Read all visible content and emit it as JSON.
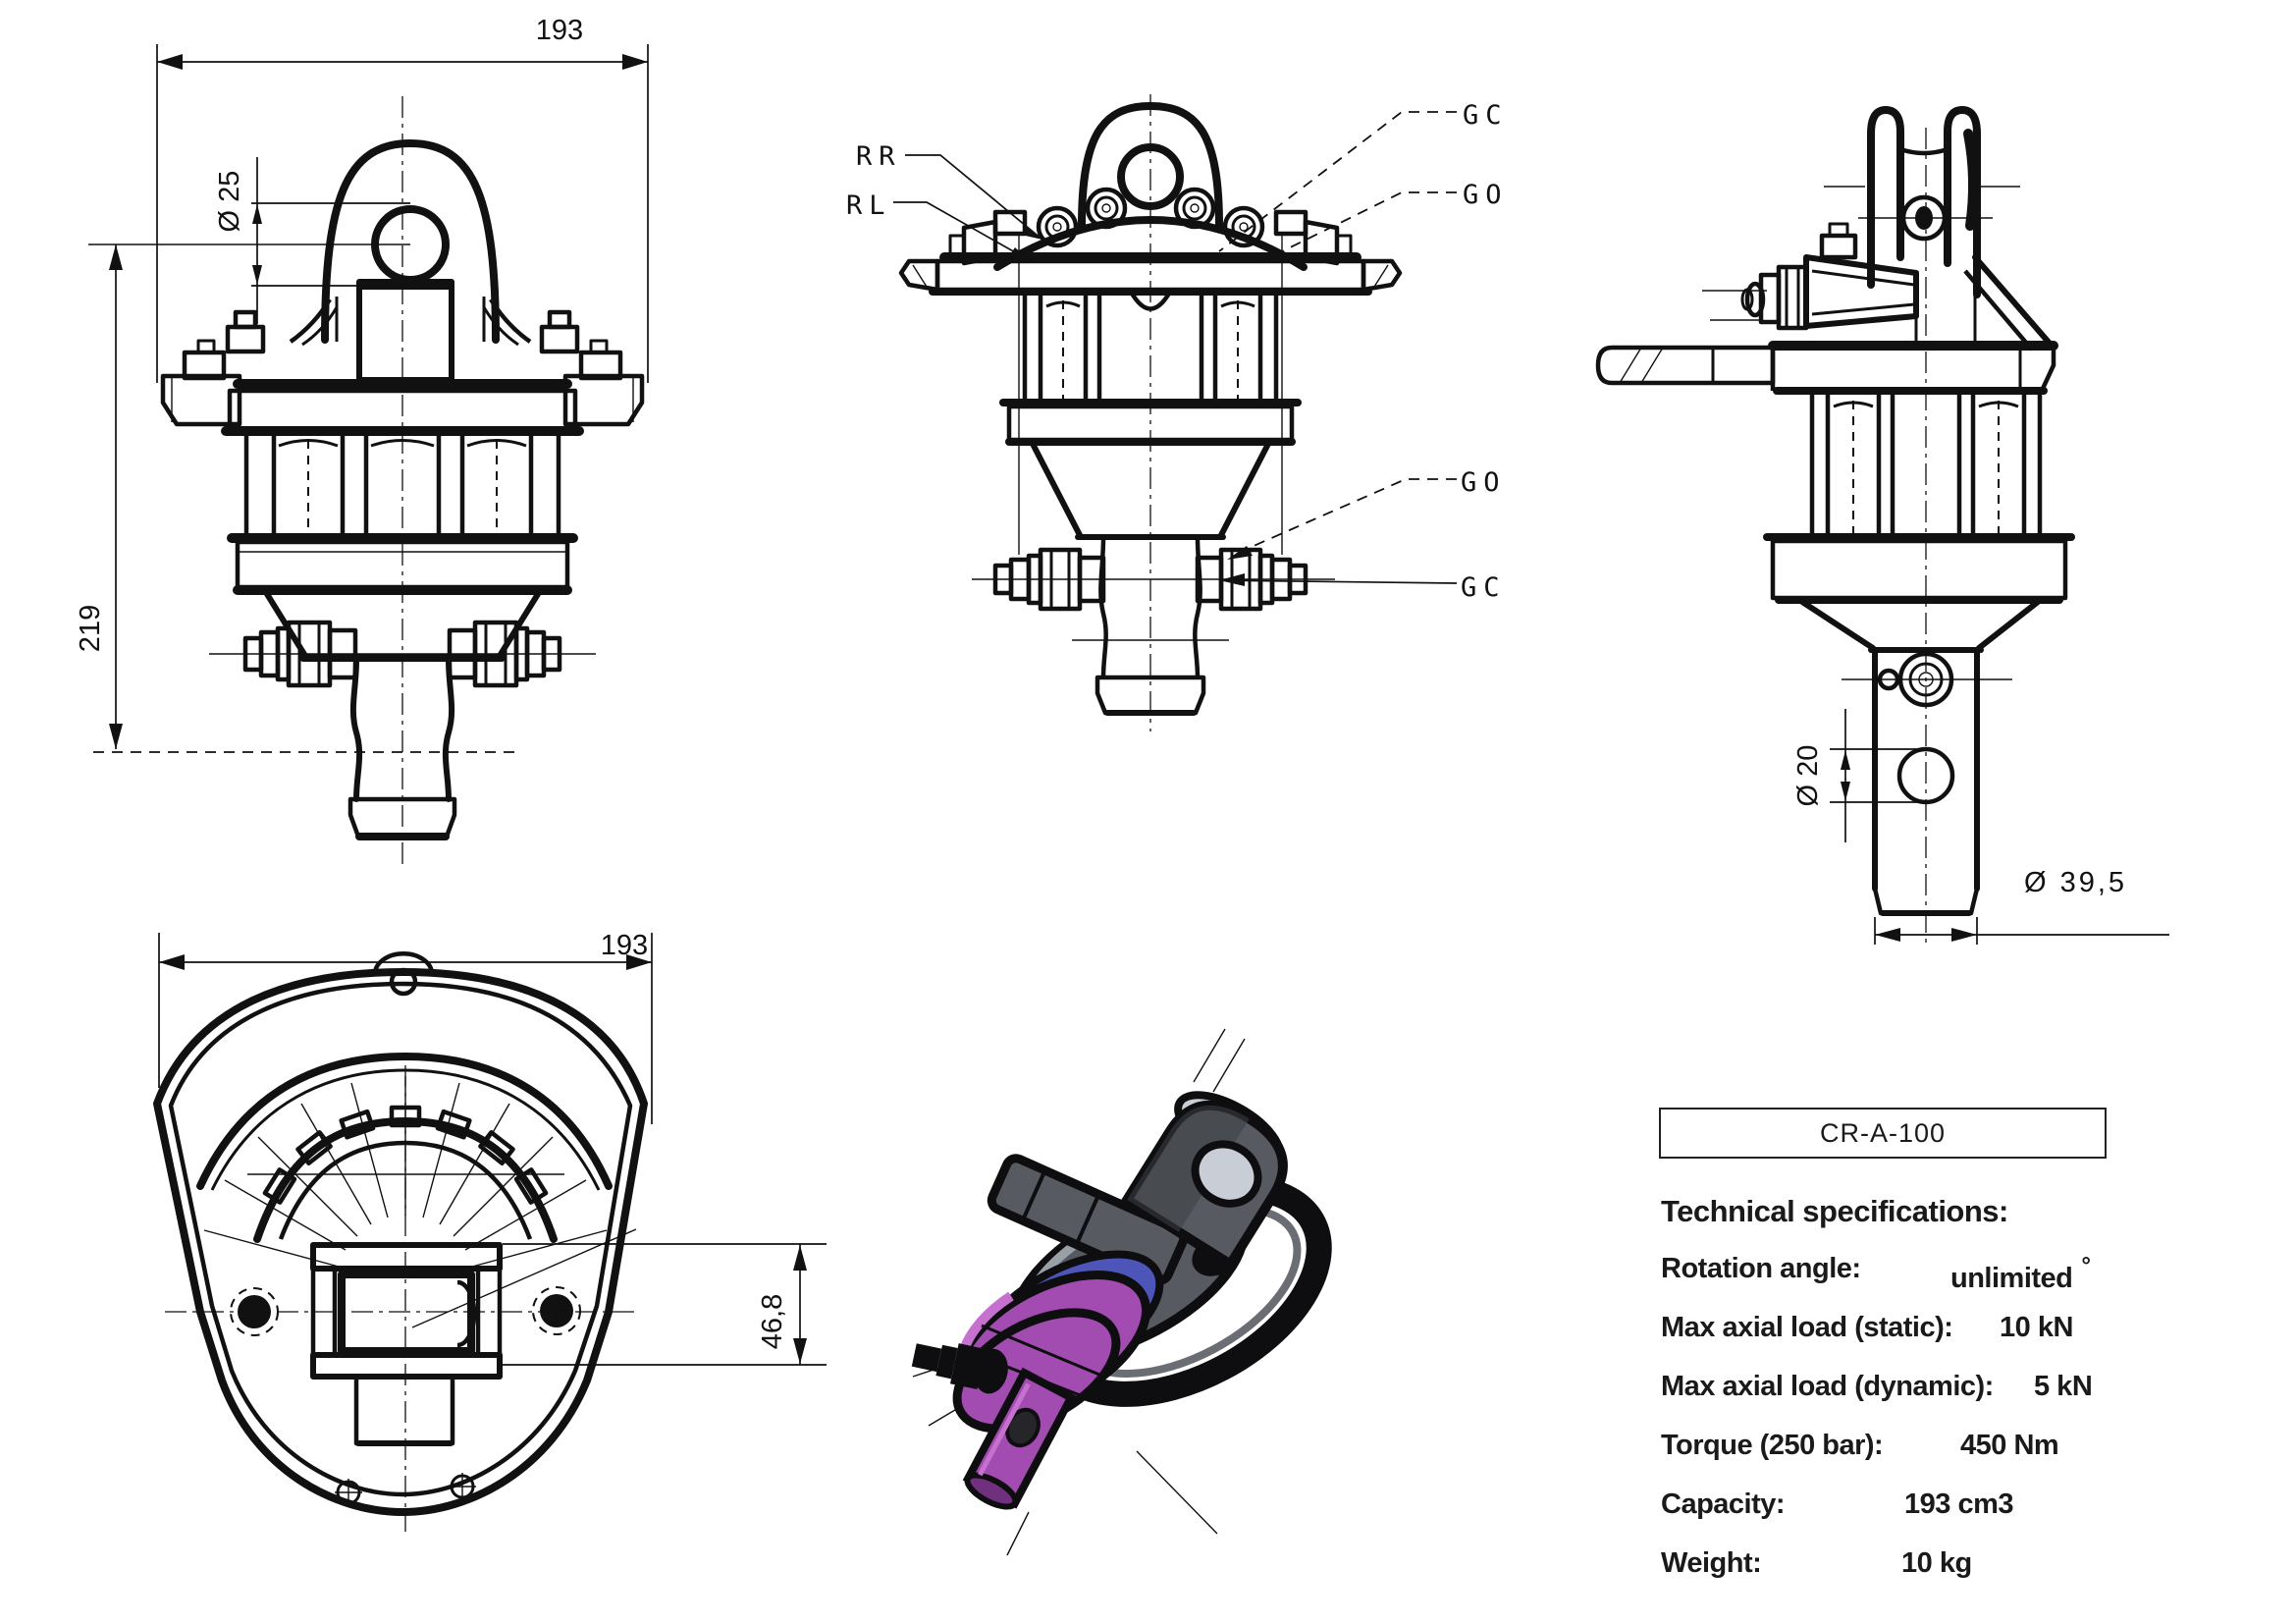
{
  "title_block": {
    "model": "CR-A-100"
  },
  "specs": {
    "title": "Technical specifications:",
    "rows": [
      {
        "label": "Rotation angle:",
        "value": "unlimited",
        "unit": "°"
      },
      {
        "label": "Max axial load (static):",
        "value": "10 kN"
      },
      {
        "label": "Max axial load (dynamic):",
        "value": "5 kN"
      },
      {
        "label": "Torque (250 bar):",
        "value": "450 Nm"
      },
      {
        "label": "Capacity:",
        "value": "193 cm3"
      },
      {
        "label": "Weight:",
        "value": "10 kg"
      }
    ]
  },
  "views": {
    "front": {
      "dim_width": "193",
      "dim_height": "219",
      "dim_hole": "Ø 25"
    },
    "hydraulic": {
      "label_rr": "RR",
      "label_rl": "RL",
      "label_gc_top": "GC",
      "label_go_top": "GO",
      "label_go_bottom": "GO",
      "label_gc_bottom": "GC"
    },
    "side": {
      "dim_pin_hole": "Ø 20",
      "dim_shaft_dia": "Ø 39,5"
    },
    "bottom": {
      "dim_width": "193",
      "dim_offset": "46,8"
    }
  },
  "render_colors": {
    "purple": "#a24bb0",
    "purple_light": "#c671cf",
    "purple_dark": "#71307d",
    "blue": "#4d55b8",
    "gray": "#575b61",
    "gray_mid": "#6a6e74",
    "gray_light": "#9aa0a8",
    "pale": "#c9ced6",
    "black": "#0e0e10"
  }
}
